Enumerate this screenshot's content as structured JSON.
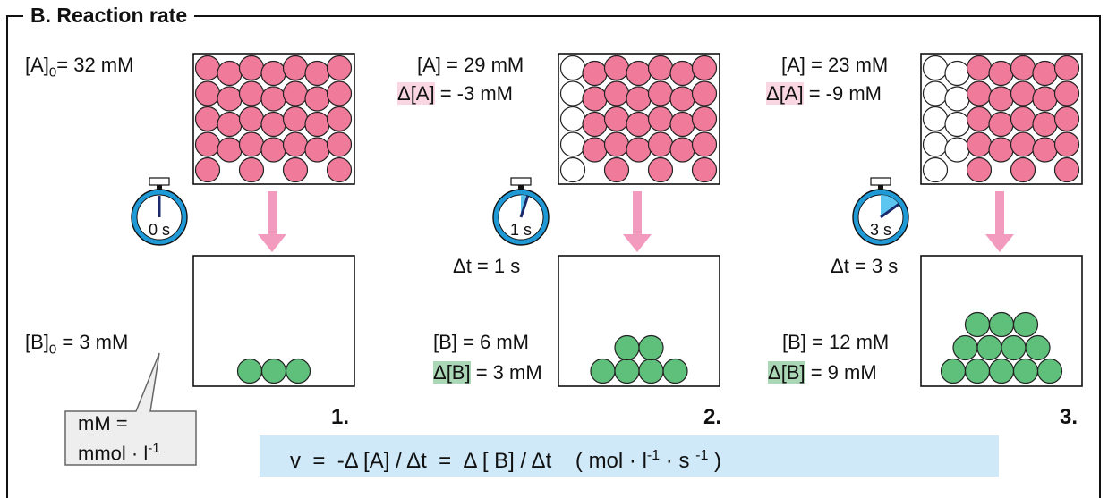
{
  "panel": {
    "title": "B. Reaction rate"
  },
  "columns": [
    {
      "conc_a": "[A]",
      "conc_a_sub": "0",
      "conc_a_value": "= 32 mM",
      "delta_a_label": "",
      "delta_a_value": "",
      "time_label": "0 s",
      "dt_label": "",
      "conc_b": "[B]",
      "conc_b_sub": "0",
      "conc_b_value": "= 3 mM",
      "delta_b_label": "",
      "delta_b_value": "",
      "step": "1."
    },
    {
      "conc_a": "[A]",
      "conc_a_sub": "",
      "conc_a_value": "= 29 mM",
      "delta_a_label": "Δ[A]",
      "delta_a_value": "= -3 mM",
      "time_label": "1 s",
      "dt_label": "Δt = 1 s",
      "conc_b": "[B]",
      "conc_b_sub": "",
      "conc_b_value": "= 6 mM",
      "delta_b_label": "Δ[B]",
      "delta_b_value": "= 3 mM",
      "step": "2."
    },
    {
      "conc_a": "[A]",
      "conc_a_sub": "",
      "conc_a_value": "= 23 mM",
      "delta_a_label": "Δ[A]",
      "delta_a_value": "= -9 mM",
      "time_label": "3 s",
      "dt_label": "Δt = 3 s",
      "conc_b": "[B]",
      "conc_b_sub": "",
      "conc_b_value": "= 12 mM",
      "delta_b_label": "Δ[B]",
      "delta_b_value": "= 9 mM",
      "step": "3."
    }
  ],
  "unit_note": {
    "line1": "mM =",
    "line2": "mmol · l",
    "line2_sup": "-1"
  },
  "equation": {
    "text": "v  =  -Δ [A] / Δt  =  Δ [ B] / Δt    ( mol · l",
    "sup1": "-1",
    "mid": " · s ",
    "sup2": "-1",
    "end": " )"
  },
  "colors": {
    "molecule_a": "#f07a9a",
    "molecule_b": "#5fc07c",
    "arrow": "#f29bbe",
    "stopwatch": "#1f9ad6",
    "elapsed": "#5cc6f0",
    "equation_bg": "#cfe9f8"
  },
  "molecules": {
    "a_empty_columns": [
      0,
      1,
      2
    ],
    "b_counts": [
      3,
      6,
      12
    ]
  },
  "elapsed_fraction": [
    0,
    0.0167,
    0.05
  ]
}
